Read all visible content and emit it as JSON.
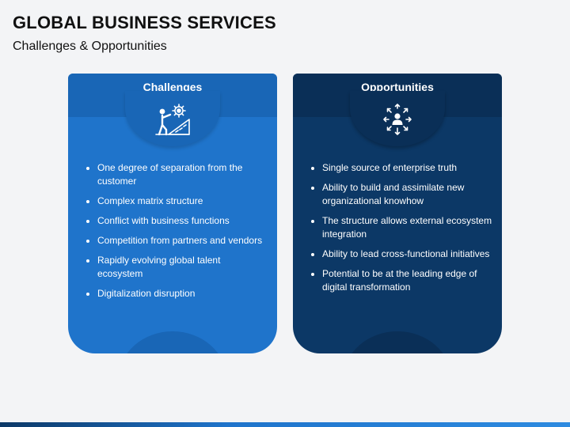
{
  "header": {
    "title": "GLOBAL BUSINESS SERVICES",
    "subtitle": "Challenges & Opportunities"
  },
  "cards": [
    {
      "title": "Challenges",
      "icon": "person-pushing-gear-icon",
      "color": "#1f74cb",
      "items": [
        "One degree of separation from the customer",
        "Complex matrix structure",
        "Conflict with business functions",
        "Competition from partners and vendors",
        "Rapidly evolving global talent ecosystem",
        "Digitalization disruption"
      ]
    },
    {
      "title": "Opportunities",
      "icon": "person-expand-arrows-icon",
      "color": "#0c3866",
      "items": [
        "Single source of enterprise truth",
        "Ability to build and assimilate new organizational knowhow",
        "The structure allows external ecosystem integration",
        "Ability to lead cross-functional initiatives",
        "Potential to be at the leading edge of digital transformation"
      ]
    }
  ]
}
